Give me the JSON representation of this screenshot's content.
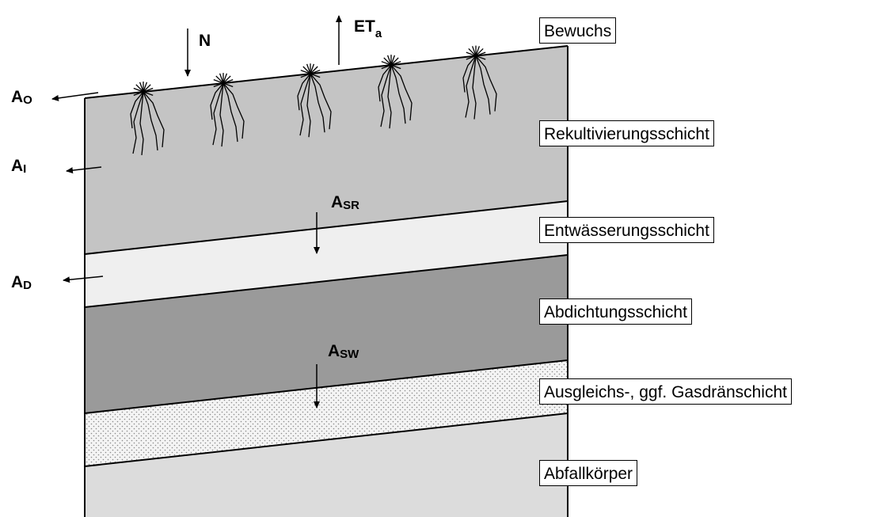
{
  "layers": [
    {
      "key": "vegetation",
      "label": "Bewuchs"
    },
    {
      "key": "recultivation",
      "label": "Rekultivierungsschicht",
      "fill": "#c4c4c4"
    },
    {
      "key": "drainage",
      "label": "Entwässerungsschicht",
      "fill": "#efefef"
    },
    {
      "key": "sealing",
      "label": "Abdichtungsschicht",
      "fill": "#9a9a9a"
    },
    {
      "key": "leveling",
      "label": "Ausgleichs-, ggf. Gasdränschicht",
      "fill": "#f2f2f2",
      "pattern": "dotted"
    },
    {
      "key": "waste",
      "label": "Abfallkörper",
      "fill": "#dcdcdc"
    }
  ],
  "fluxes": {
    "precipitation": {
      "main": "N",
      "sub": ""
    },
    "evapotranspiration": {
      "main": "ET",
      "sub": "a"
    },
    "surface_runoff": {
      "main": "A",
      "sub": "O"
    },
    "interflow": {
      "main": "A",
      "sub": "I"
    },
    "seepage_recultivation": {
      "main": "A",
      "sub": "SR"
    },
    "drainage_runoff": {
      "main": "A",
      "sub": "D"
    },
    "seepage_sealing": {
      "main": "A",
      "sub": "SW"
    }
  },
  "colors": {
    "outline": "#000000",
    "background": "#ffffff"
  }
}
